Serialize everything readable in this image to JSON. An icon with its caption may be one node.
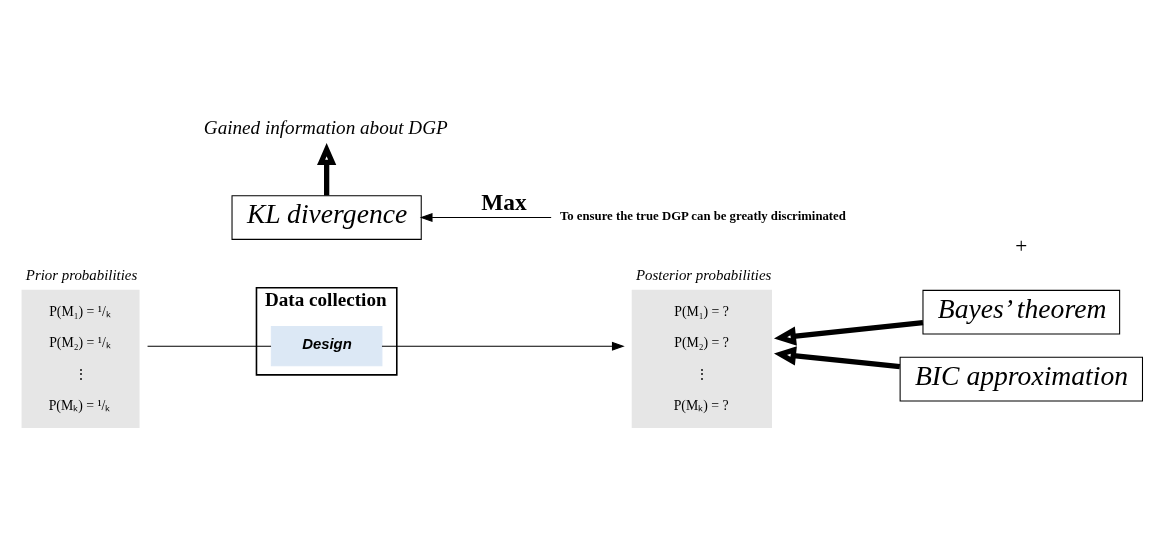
{
  "diagram": {
    "nodes": [
      {
        "text": [
          "Prior probabilities",
          "P(M₁) = ¹/ₖ",
          "P(M₂) = ¹/ₖ",
          "⋮",
          "P(Mₖ) = ¹/ₖ"
        ]
      },
      {
        "text": [
          "Data collection"
        ]
      },
      {
        "text": [
          "Design"
        ],
        "in": 1
      },
      {
        "text": [
          "Gained information about DGP"
        ]
      },
      {
        "text": [
          "Posterior probabilities",
          "P(M₁) = ?",
          "P(M₂) = ?",
          "⋮",
          "P(Mₖ) = ?"
        ]
      },
      {
        "text": [
          "Bayes’ theorem"
        ]
      },
      {
        "text": [
          "BIC approximation"
        ]
      },
      {
        "text": [
          "KL divergence"
        ]
      },
      {
        "text": [
          "To ensure the true DGP can be greatly discriminated"
        ]
      }
    ],
    "edges": [
      {
        "from": 0,
        "to": 2,
        "arrow": "none"
      },
      {
        "from": 2,
        "to": 4,
        "arrow": "to"
      },
      {
        "from": 5,
        "to": 4,
        "arrow": "to",
        "style": "thick"
      },
      {
        "from": 6,
        "to": 4,
        "arrow": "to",
        "style": "thick"
      },
      {
        "from": 7,
        "to": 3,
        "arrow": "to",
        "style": "thick"
      },
      {
        "from": 8,
        "to": 7,
        "arrow": "to",
        "label": "Max"
      }
    ],
    "labels": [
      "+"
    ]
  }
}
